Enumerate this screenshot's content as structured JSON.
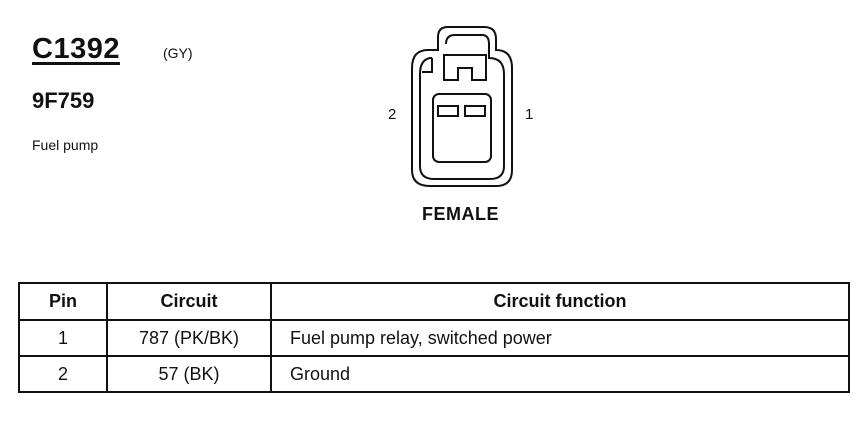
{
  "connector": {
    "id": "C1392",
    "color": "(GY)",
    "part_number": "9F759",
    "description": "Fuel pump",
    "gender": "FEMALE",
    "pin_labels": {
      "left": "2",
      "right": "1"
    }
  },
  "table": {
    "headers": {
      "pin": "Pin",
      "circuit": "Circuit",
      "function": "Circuit function"
    },
    "rows": [
      {
        "pin": "1",
        "circuit": "787 (PK/BK)",
        "function": "Fuel pump relay, switched power"
      },
      {
        "pin": "2",
        "circuit": "57 (BK)",
        "function": "Ground"
      }
    ]
  }
}
